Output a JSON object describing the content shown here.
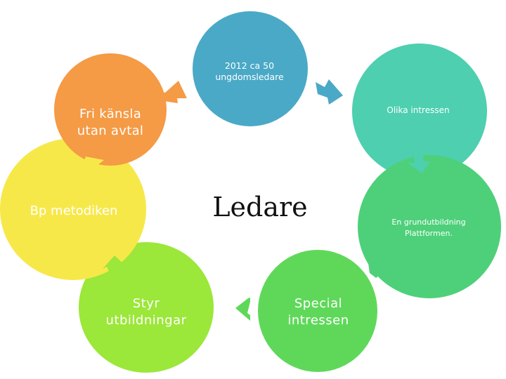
{
  "diagram": {
    "center": {
      "label": "Ledare",
      "color": "#111111"
    },
    "nodes": [
      {
        "id": "top",
        "label": "2012 ca 50\nungdomsledare",
        "color": "#4aa9c6"
      },
      {
        "id": "right-top",
        "label": "Olika intressen",
        "color": "#4ecfb0"
      },
      {
        "id": "right",
        "label": "En grundutbildning\nPlattformen.",
        "color": "#4ed07a"
      },
      {
        "id": "bottom-mid",
        "label": "Special\nintressen",
        "color": "#5fd85a"
      },
      {
        "id": "bottom-left",
        "label": "Styr\nutbildningar",
        "color": "#9be73a"
      },
      {
        "id": "left",
        "label": "Bp metodiken",
        "color": "#f7e84a"
      },
      {
        "id": "left-top",
        "label": "Fri känsla\nutan  avtal",
        "color": "#f59a45"
      }
    ],
    "arrows": [
      {
        "id": "arrow-1",
        "color": "#4aa9c6",
        "from": "top",
        "to": "right-top"
      },
      {
        "id": "arrow-2",
        "color": "#4ecfb0",
        "from": "right-top",
        "to": "right"
      },
      {
        "id": "arrow-3",
        "color": "#4ed07a",
        "from": "right",
        "to": "bottom-mid"
      },
      {
        "id": "arrow-4",
        "color": "#5fd85a",
        "from": "bottom-mid",
        "to": "bottom-left"
      },
      {
        "id": "arrow-5",
        "color": "#9be73a",
        "from": "bottom-left",
        "to": "left"
      },
      {
        "id": "arrow-6",
        "color": "#f7e84a",
        "from": "left",
        "to": "left-top"
      },
      {
        "id": "arrow-7",
        "color": "#f59a45",
        "from": "left-top",
        "to": "top"
      }
    ]
  }
}
